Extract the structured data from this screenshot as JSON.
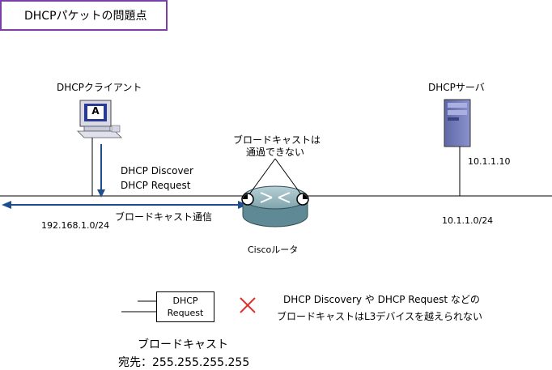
{
  "title": "DHCPパケットの問題点",
  "client": {
    "label": "DHCPクライアント",
    "screen_letter": "A"
  },
  "server": {
    "label": "DHCPサーバ",
    "ip": "10.1.1.10"
  },
  "router": {
    "label": "Ciscoルータ",
    "note_line1": "ブロードキャストは",
    "note_line2": "通過できない"
  },
  "messages": {
    "discover": "DHCP Discover",
    "request": "DHCP Request"
  },
  "networks": {
    "left": "192.168.1.0/24",
    "right": "10.1.1.0/24"
  },
  "broadcast_comm": "ブロードキャスト通信",
  "packet": {
    "line1": "DHCP",
    "line2": "Request"
  },
  "notice": {
    "line1": "DHCP Discovery や DHCP Request などの",
    "line2": "ブロードキャストはL3デバイスを越えられない"
  },
  "broadcast_caption": "ブロードキャスト",
  "destination": "宛先：255.255.255.255",
  "colors": {
    "title_border": "#7a3fa8",
    "arrow": "#1f4e8c",
    "cross": "#e0302a",
    "router_body": "#6f9aa5"
  }
}
